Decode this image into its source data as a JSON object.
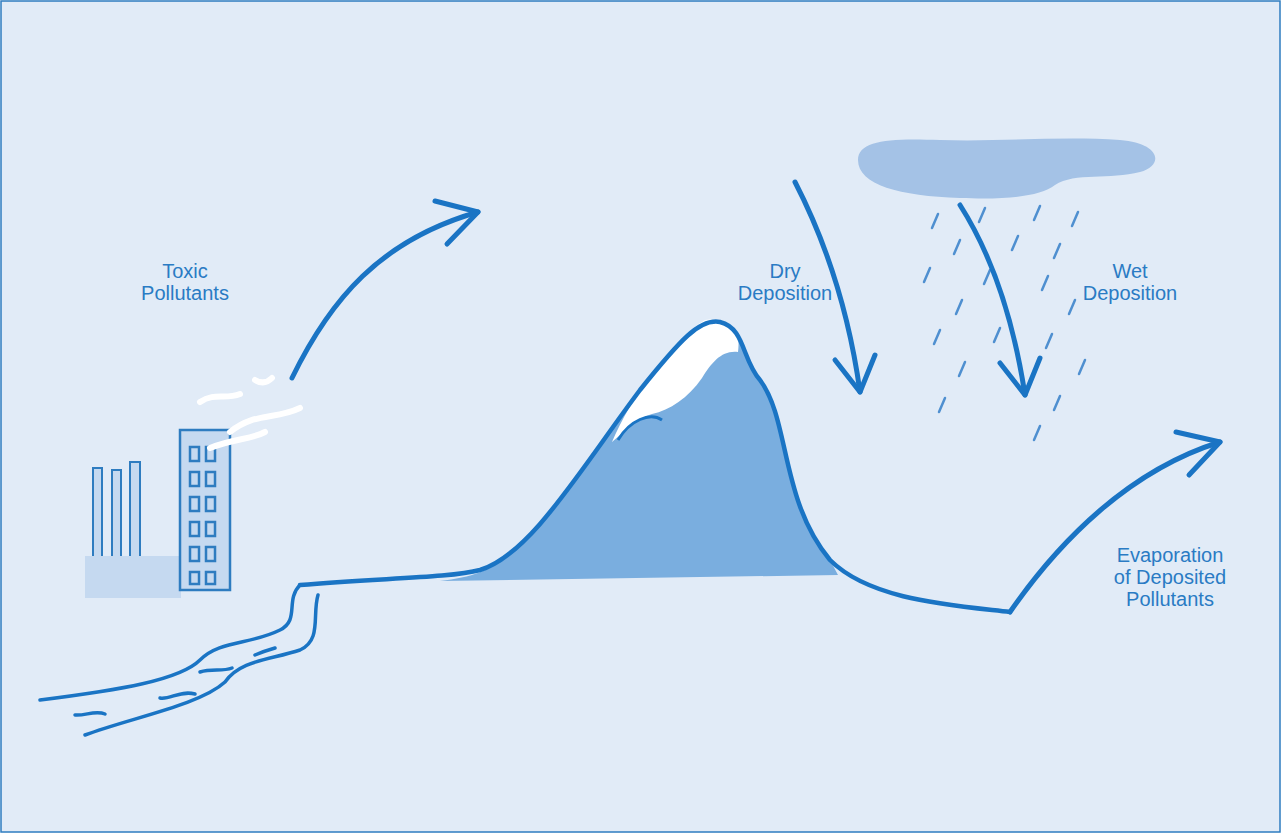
{
  "diagram": {
    "labels": [
      "Toxic Pollutants",
      "Dry Deposition",
      "Wet Deposition",
      "Evaporation of Deposited Pollutants"
    ]
  }
}
